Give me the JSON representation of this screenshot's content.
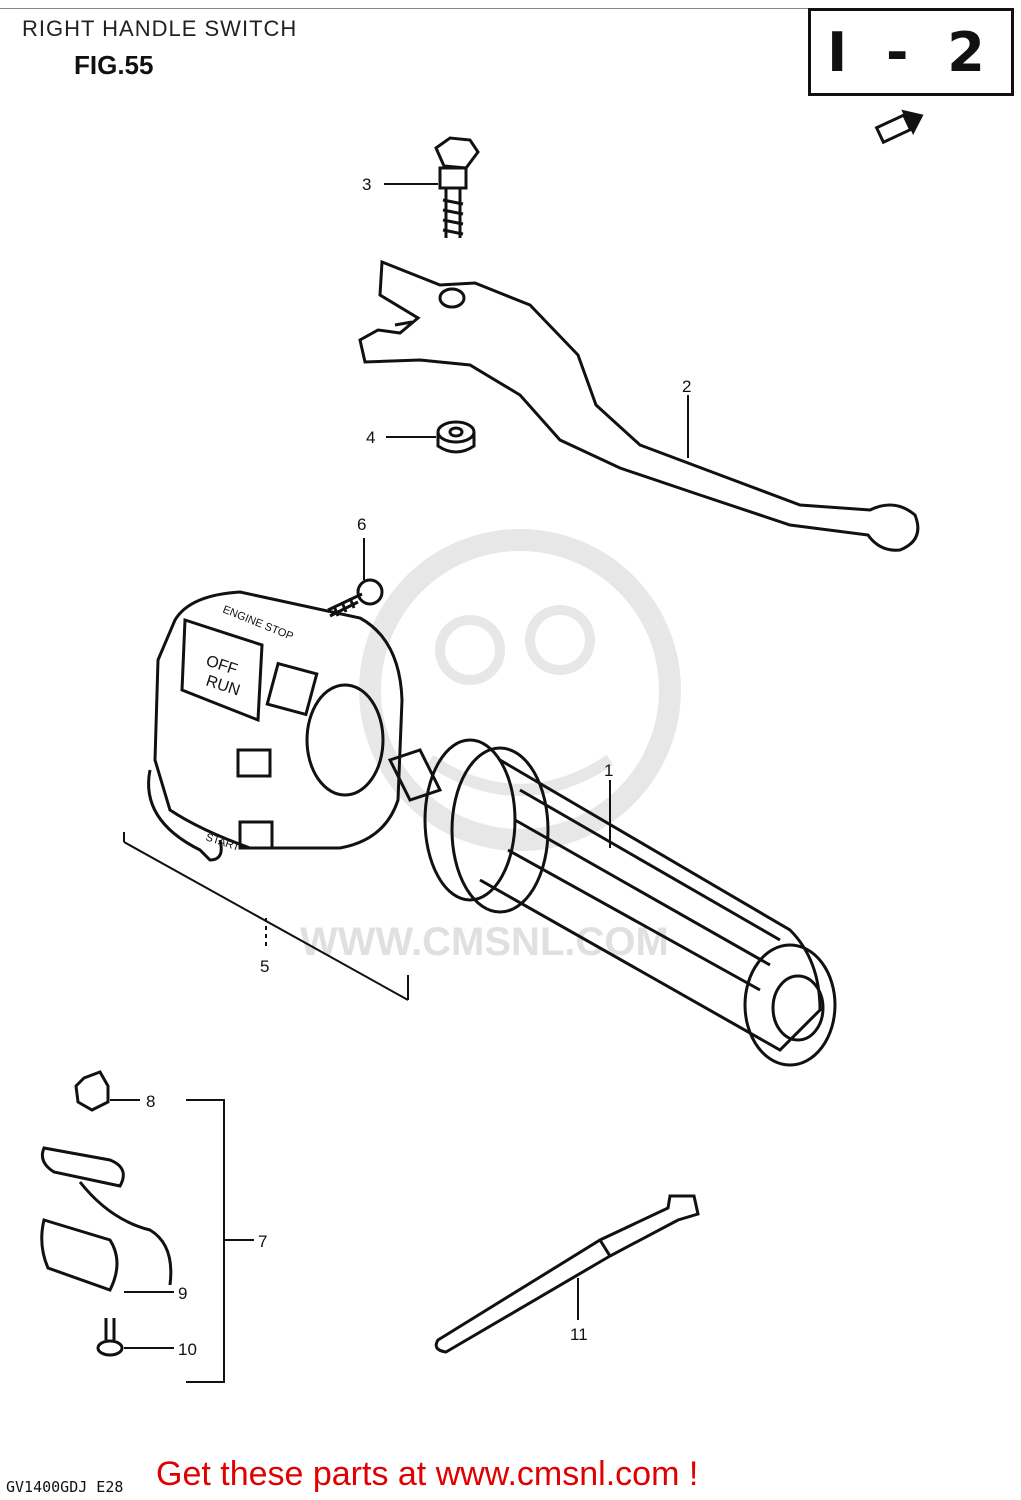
{
  "header": {
    "title": "RIGHT HANDLE SWITCH",
    "figure": "FIG.55",
    "section": "I - 2"
  },
  "callouts": {
    "c1": "1",
    "c2": "2",
    "c3": "3",
    "c4": "4",
    "c5": "5",
    "c6": "6",
    "c7": "7",
    "c8": "8",
    "c9": "9",
    "c10": "10",
    "c11": "11"
  },
  "switch_labels": {
    "engine_stop": "ENGINE STOP",
    "off": "OFF",
    "run": "RUN",
    "start": "START"
  },
  "watermark": {
    "text": "WWW.CMSNL.COM"
  },
  "footer": {
    "model_code": "GV1400GDJ E28",
    "cta": "Get these parts at www.cmsnl.com !"
  },
  "colors": {
    "ink": "#111111",
    "cta": "#e00000",
    "watermark": "#c8c8c8"
  }
}
